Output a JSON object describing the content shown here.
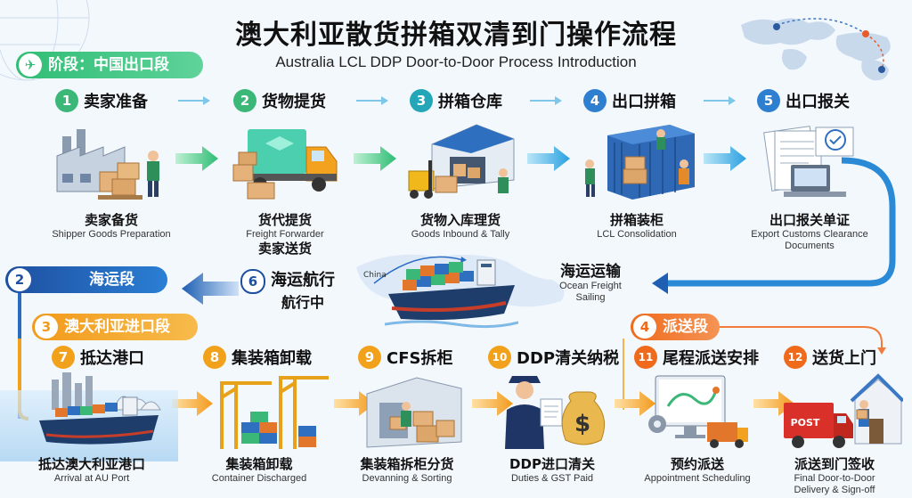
{
  "title": "澳大利亚散货拼箱双清到门操作流程",
  "subtitle": "Australia LCL DDP Door-to-Door Process Introduction",
  "phases": {
    "export": "阶段：中国出口段",
    "ocean_num": "2",
    "ocean": "海运段",
    "import_num": "3",
    "import": "澳大利亚进口段",
    "delivery_num": "4",
    "delivery": "派送段"
  },
  "steps": [
    {
      "num": "1",
      "label": "卖家准备",
      "cn": "卖家备货",
      "en": "Shipper Goods Preparation"
    },
    {
      "num": "2",
      "label": "货物提货",
      "cn": "货代提货",
      "en": "Freight Forwarder",
      "cn2": "卖家送货"
    },
    {
      "num": "3",
      "label": "拼箱仓库",
      "cn": "货物入库理货",
      "en": "Goods Inbound & Tally"
    },
    {
      "num": "4",
      "label": "出口拼箱",
      "cn": "拼箱装柜",
      "en": "LCL Consolidation"
    },
    {
      "num": "5",
      "label": "出口报关",
      "cn": "出口报关单证",
      "en": "Export Customs Clearance",
      "en2": "Documents"
    },
    {
      "num": "6",
      "label": "海运航行",
      "label2": "航行中"
    },
    {
      "num": "7",
      "label": "抵达港口",
      "cn": "抵达澳大利亚港口",
      "en": "Arrival at AU Port"
    },
    {
      "num": "8",
      "label": "集装箱卸载",
      "cn": "集装箱卸载",
      "en": "Container Discharged"
    },
    {
      "num": "9",
      "label": "CFS拆柜",
      "cn": "集装箱拆柜分货",
      "en": "Devanning & Sorting"
    },
    {
      "num": "10",
      "label": "DDP清关纳税",
      "cn": "DDP进口清关",
      "en": "Duties & GST Paid"
    },
    {
      "num": "11",
      "label": "尾程派送安排",
      "cn": "预约派送",
      "en": "Appointment Scheduling"
    },
    {
      "num": "12",
      "label": "送货上门",
      "cn": "派送到门签收",
      "en": "Final Door-to-Door",
      "en2": "Delivery & Sign-off"
    }
  ],
  "ocean_transport": {
    "cn": "海运运输",
    "en": "Ocean Freight",
    "en2": "Sailing",
    "map_label": "China"
  },
  "truck_post_text": "POST",
  "colors": {
    "green": "#3bb878",
    "blue": "#1e5fb3",
    "orange": "#f2a11b",
    "red": "#f06a1c",
    "teal": "#22a6b8"
  }
}
